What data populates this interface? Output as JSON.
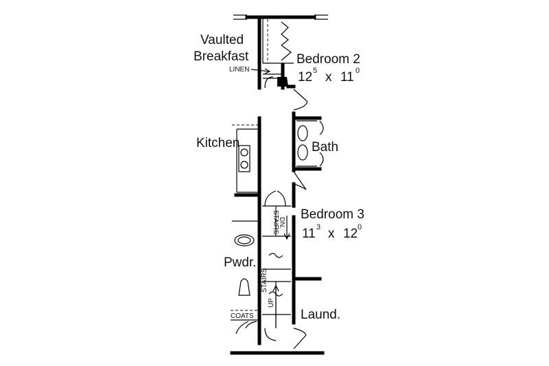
{
  "rooms": {
    "vaulted_breakfast": {
      "line1": "Vaulted",
      "line2": "Breakfast"
    },
    "bedroom2": {
      "name": "Bedroom 2",
      "w": "12",
      "w_sup": "5",
      "x": "x",
      "h": "11",
      "h_sup": "0"
    },
    "bath": {
      "name": "Bath"
    },
    "kitchen": {
      "name": "Kitchen"
    },
    "bedroom3": {
      "name": "Bedroom 3",
      "w": "11",
      "w_sup": "3",
      "x": "x",
      "h": "12",
      "h_sup": "0"
    },
    "powder": {
      "name": "Pwdr."
    },
    "laundry": {
      "name": "Laund."
    }
  },
  "labels": {
    "linen": "LINEN",
    "coats": "COATS",
    "stairs_down_1": "STAIRS",
    "stairs_down_2": "DN.",
    "stairs_up_1": "STAIRS",
    "stairs_up_2": "UP"
  },
  "colors": {
    "line": "#000000",
    "background": "#ffffff"
  }
}
